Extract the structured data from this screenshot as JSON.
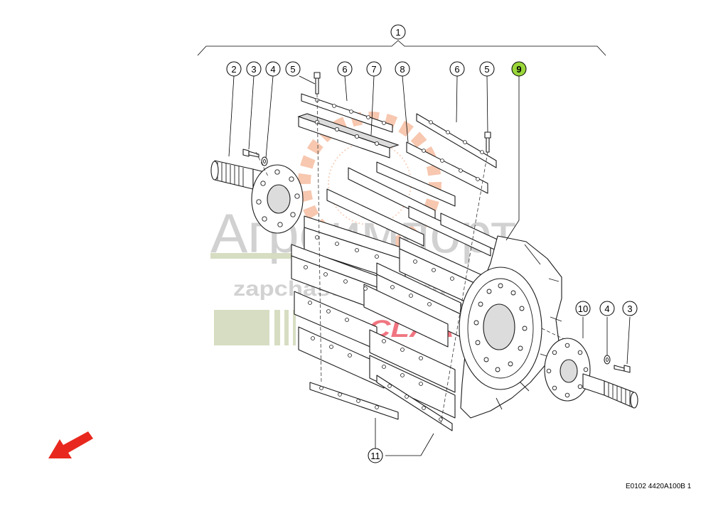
{
  "diagram": {
    "drawing_code": "E0102 4420A100B 1",
    "watermark": {
      "brand": "Агроимпорт",
      "url": "zapchasti-claas.ru",
      "logo_text": "CLAAS"
    },
    "colors": {
      "highlight": "#9ad63a",
      "arrow": "#e8281e",
      "watermark_grey": "#c9c9c9",
      "watermark_green": "#cfd8b8",
      "watermark_orange": "#f2a27a",
      "watermark_red": "#e8283a"
    },
    "callouts": [
      {
        "id": "c1",
        "label": "1"
      },
      {
        "id": "c2",
        "label": "2"
      },
      {
        "id": "c3a",
        "label": "3"
      },
      {
        "id": "c4a",
        "label": "4"
      },
      {
        "id": "c5a",
        "label": "5"
      },
      {
        "id": "c6a",
        "label": "6"
      },
      {
        "id": "c7",
        "label": "7"
      },
      {
        "id": "c8",
        "label": "8"
      },
      {
        "id": "c6b",
        "label": "6"
      },
      {
        "id": "c5b",
        "label": "5"
      },
      {
        "id": "c9",
        "label": "9",
        "highlighted": true
      },
      {
        "id": "c10",
        "label": "10"
      },
      {
        "id": "c4b",
        "label": "4"
      },
      {
        "id": "c3b",
        "label": "3"
      },
      {
        "id": "c11",
        "label": "11"
      }
    ],
    "direction_arrow_icon": "red-arrow-icon"
  }
}
